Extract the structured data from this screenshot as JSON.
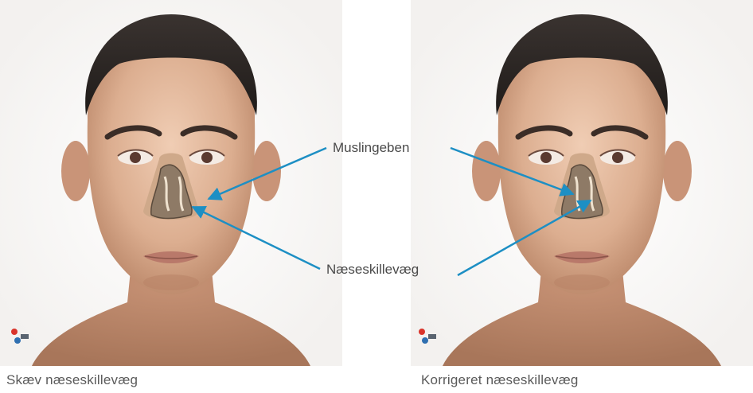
{
  "labels": {
    "turbinate": "Muslingeben",
    "septum": "Næseskillevæg"
  },
  "captions": {
    "left": "Skæv næseskillevæg",
    "right": "Korrigeret næseskillevæg"
  },
  "colors": {
    "arrow": "#1d8fc4",
    "skin": "#e2b89c",
    "hair": "#2b2624",
    "caption_text": "#5a5a5a"
  },
  "icons": [
    "logo-icon"
  ]
}
